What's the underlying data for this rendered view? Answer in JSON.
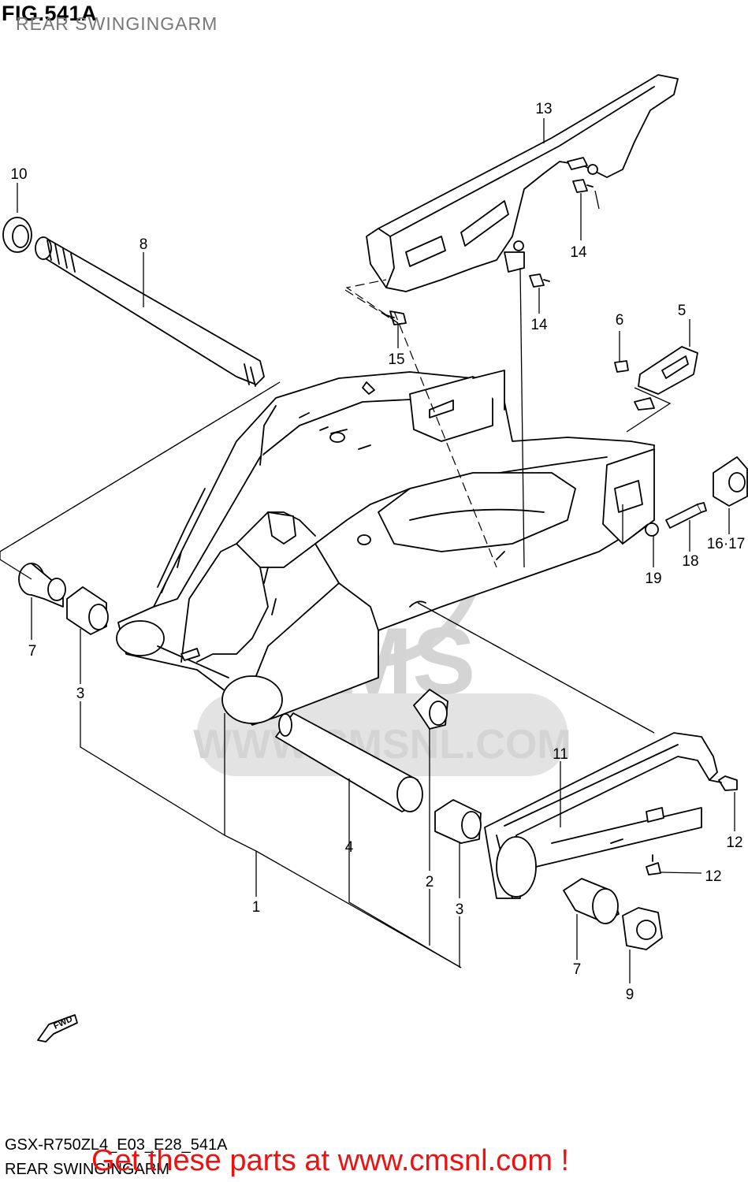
{
  "figure": {
    "number": "FIG.541A",
    "title": "REAR SWINGINGARM"
  },
  "callouts": [
    "1",
    "2",
    "3",
    "3",
    "4",
    "5",
    "6",
    "7",
    "7",
    "8",
    "9",
    "10",
    "11",
    "12",
    "12",
    "13",
    "14",
    "14",
    "15",
    "16·17",
    "18",
    "19"
  ],
  "direction_marker": "FWD",
  "watermark": {
    "logo_text": "CMS",
    "site": "WWW.CMSNL.COM"
  },
  "footer": {
    "model_code": "GSX-R750ZL4_E03_E28_541A",
    "label": "REAR SWINGINGARM",
    "promo_text": "Get these parts at www.cmsnl.com !"
  },
  "colors": {
    "line": "#000000",
    "watermark": "#d4d4d4",
    "promo": "#ee1111"
  }
}
